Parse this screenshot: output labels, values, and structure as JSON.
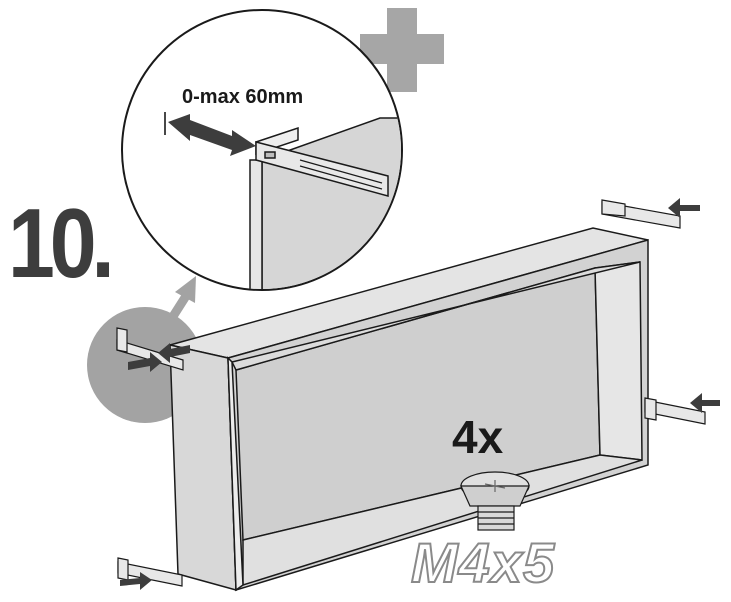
{
  "step_number": "10.",
  "detail": {
    "adjustment_range": "0-max 60mm"
  },
  "screw": {
    "quantity": "4x",
    "size": "M4x5"
  },
  "icons": [
    "plus-icon",
    "arrow-icon",
    "screw-icon",
    "bracket-icon"
  ],
  "colors": {
    "dark_gray": "#3d3d3d",
    "mid_gray": "#9a9a9a",
    "panel_gray": "#d0d0d0",
    "outline": "#1a1a1a"
  }
}
